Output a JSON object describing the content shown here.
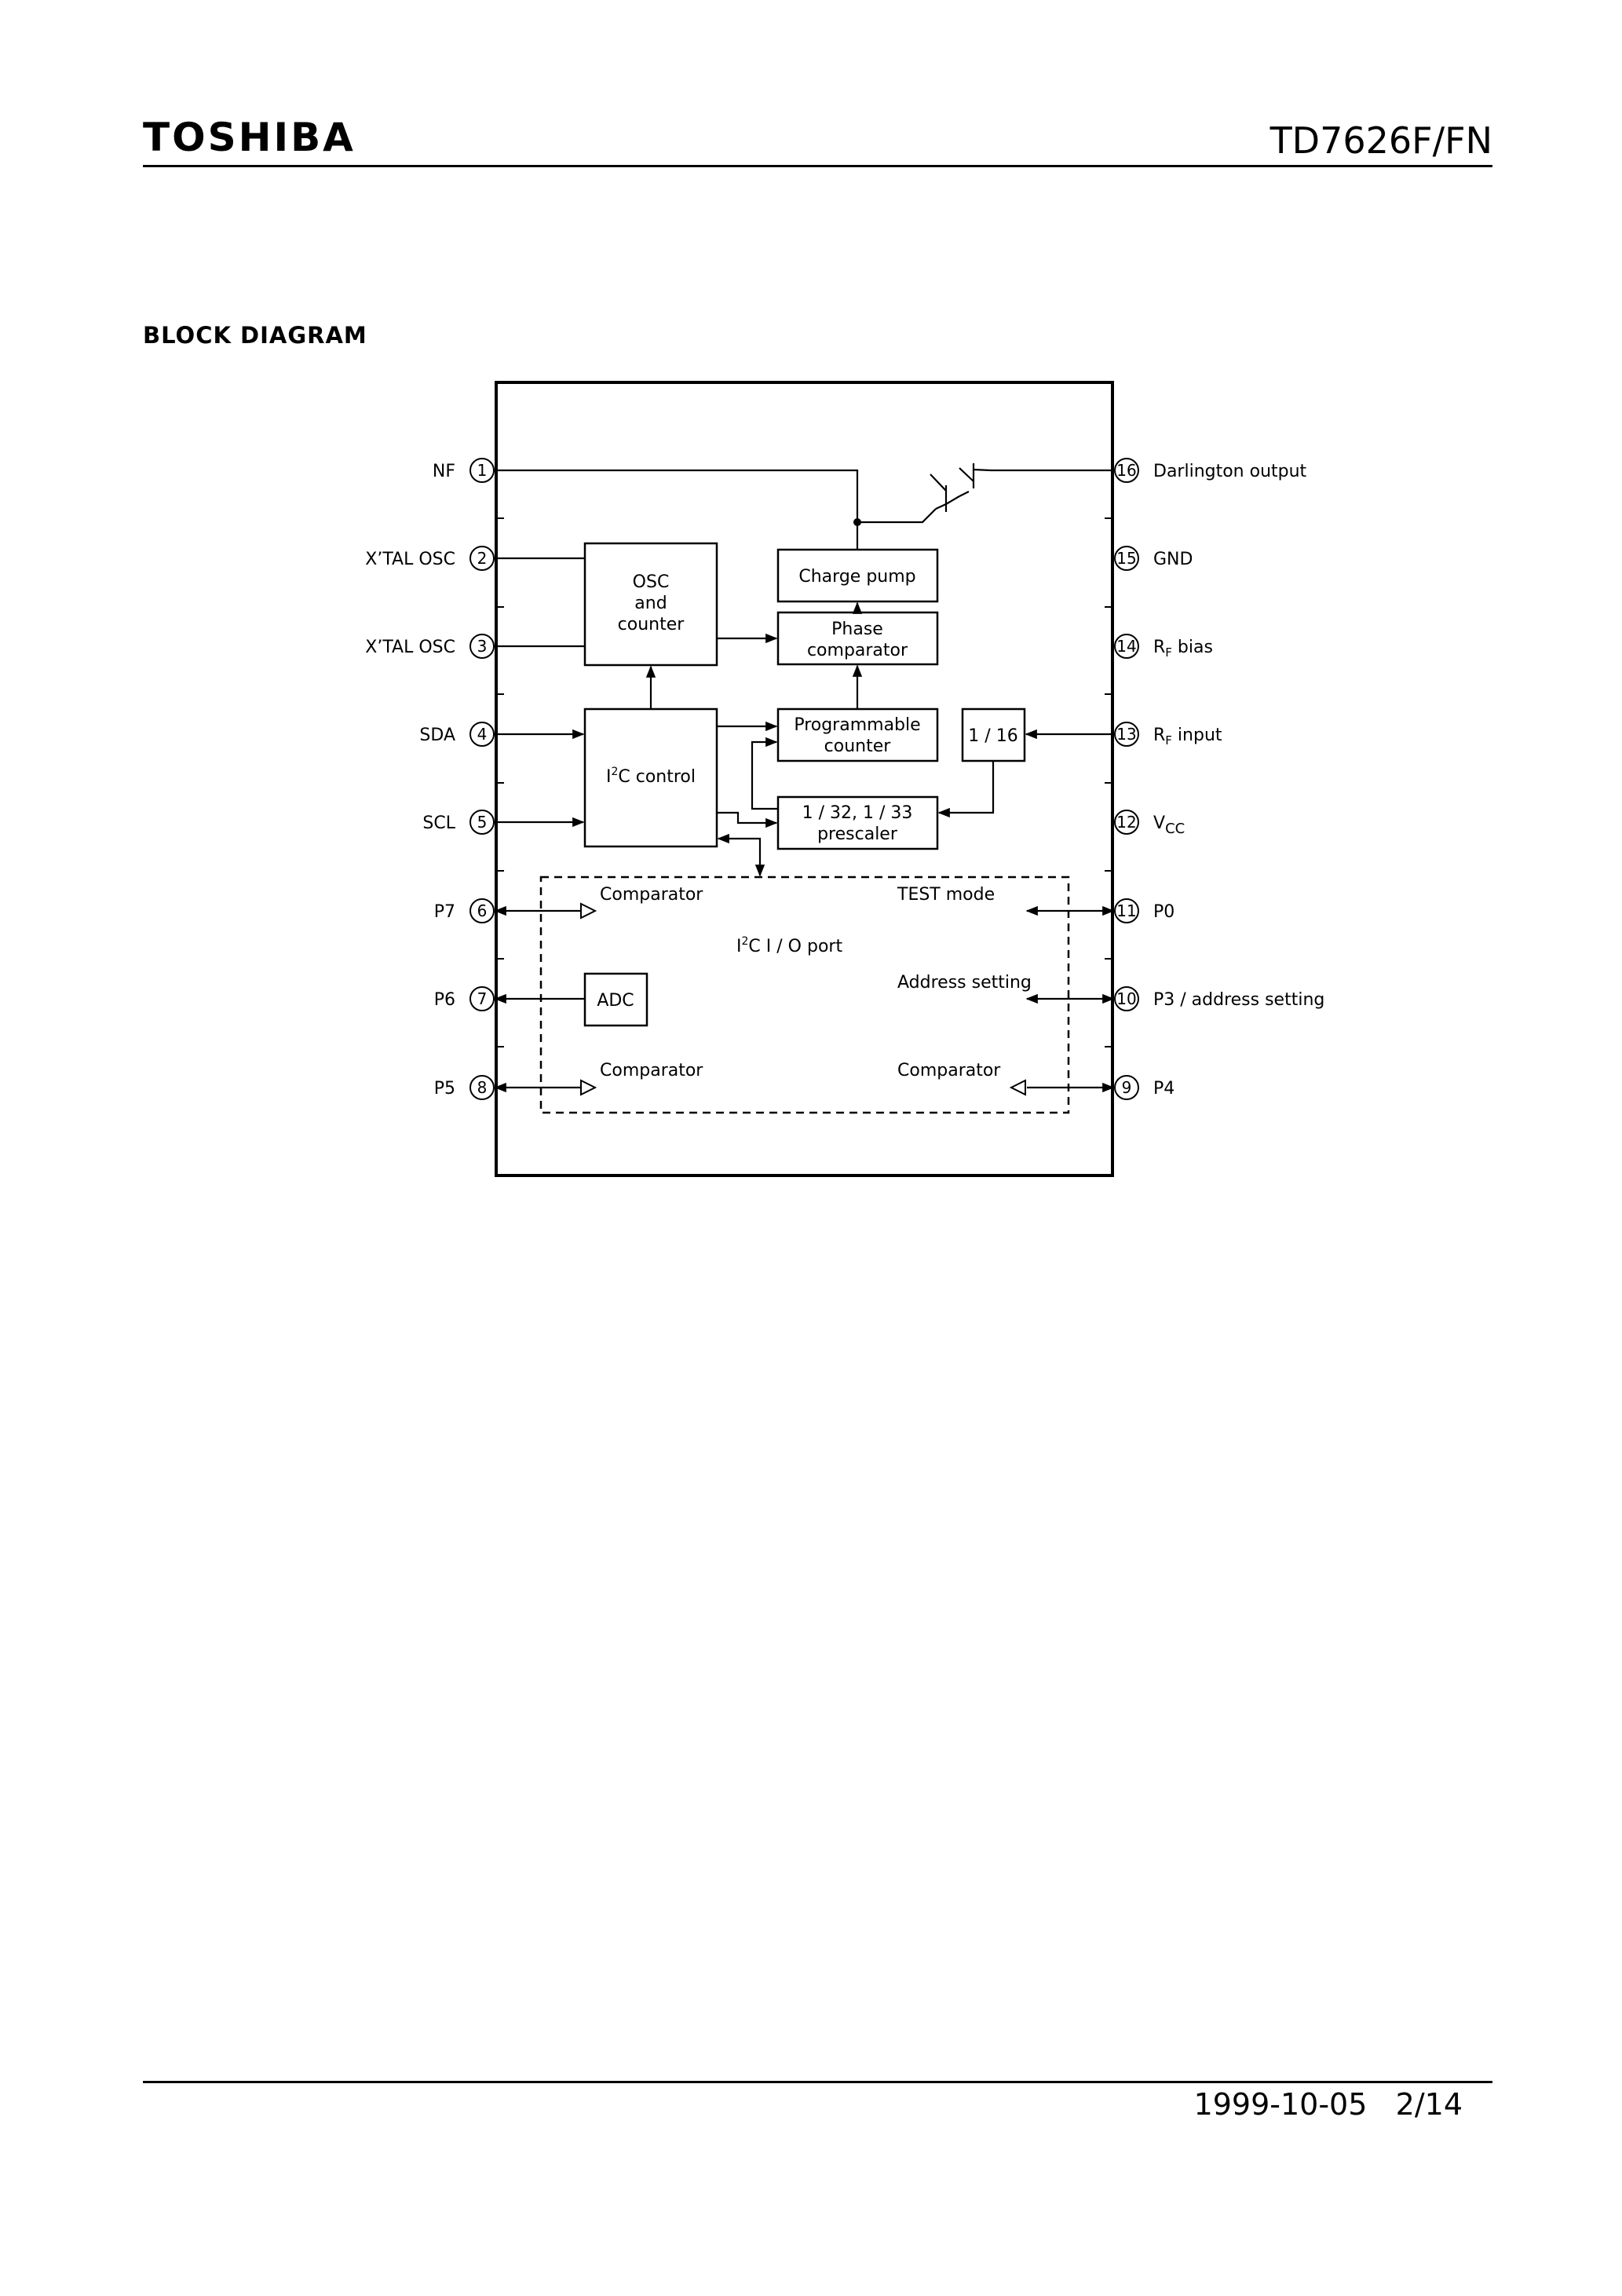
{
  "header": {
    "brand": "TOSHIBA",
    "part_number": "TD7626F/FN"
  },
  "section_title": "BLOCK DIAGRAM",
  "pins": [
    {
      "num": "1",
      "label": "NF"
    },
    {
      "num": "2",
      "label": "X’TAL OSC"
    },
    {
      "num": "3",
      "label": "X’TAL OSC"
    },
    {
      "num": "4",
      "label": "SDA"
    },
    {
      "num": "5",
      "label": "SCL"
    },
    {
      "num": "6",
      "label": "P7"
    },
    {
      "num": "7",
      "label": "P6"
    },
    {
      "num": "8",
      "label": "P5"
    },
    {
      "num": "9",
      "label": "P4"
    },
    {
      "num": "10",
      "label": "P3 / address setting"
    },
    {
      "num": "11",
      "label": "P0"
    },
    {
      "num": "12",
      "label": "VCC",
      "main": "V",
      "sub": "CC"
    },
    {
      "num": "13",
      "label": "RF input",
      "main": "R",
      "sub": "F",
      "rest": " input"
    },
    {
      "num": "14",
      "label": "RF bias",
      "main": "R",
      "sub": "F",
      "rest": " bias"
    },
    {
      "num": "15",
      "label": "GND"
    },
    {
      "num": "16",
      "label": "Darlington output"
    }
  ],
  "blocks": {
    "osc": [
      "OSC",
      "and",
      "counter"
    ],
    "charge_pump": "Charge pump",
    "phase_comparator": [
      "Phase",
      "comparator"
    ],
    "i2c_control": {
      "pre": "I",
      "sup": "2",
      "post": "C control"
    },
    "programmable_counter": [
      "Programmable",
      "counter"
    ],
    "divider": "1 / 16",
    "prescaler": [
      "1 / 32,  1 / 33",
      "prescaler"
    ],
    "io_port": {
      "pre": "I",
      "sup": "2",
      "post": "C  I / O  port"
    },
    "adc": "ADC",
    "comparator_p7": "Comparator",
    "comparator_p5": "Comparator",
    "test_mode": "TEST mode",
    "address_setting": "Address setting",
    "comparator_p4": "Comparator"
  },
  "footer": {
    "date": "1999-10-05",
    "page": "2/14"
  }
}
